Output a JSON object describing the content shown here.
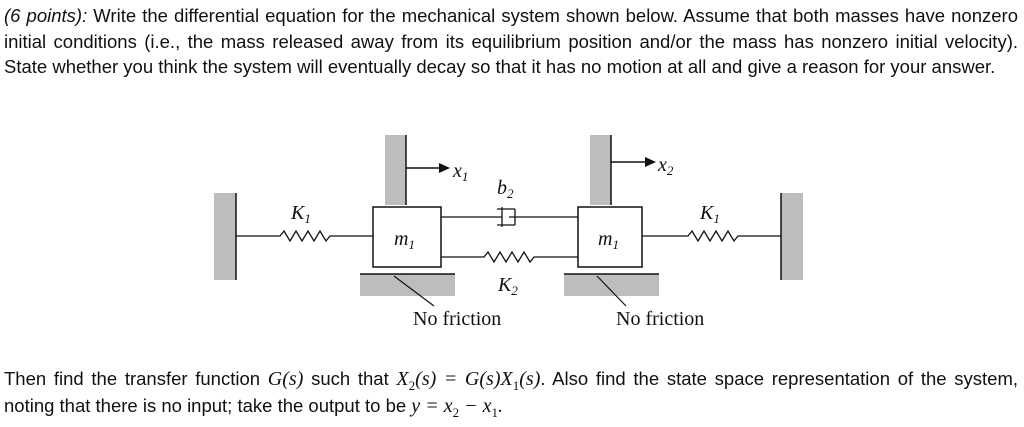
{
  "problem": {
    "points_label": "(6 points):",
    "text": " Write the differential equation for the mechanical system shown below. Assume that both masses have nonzero initial conditions (i.e., the mass released away from its equilibrium position and/or the mass has nonzero initial velocity). State whether you think the system will eventually decay so that it has no motion at all and give a reason for your answer."
  },
  "diagram": {
    "spring_left": {
      "symbol": "K",
      "sub": "1"
    },
    "spring_right": {
      "symbol": "K",
      "sub": "1"
    },
    "spring_middle": {
      "symbol": "K",
      "sub": "2"
    },
    "damper": {
      "symbol": "b",
      "sub": "2"
    },
    "mass_left": {
      "symbol": "m",
      "sub": "1"
    },
    "mass_right": {
      "symbol": "m",
      "sub": "1"
    },
    "disp_left": {
      "symbol": "x",
      "sub": "1"
    },
    "disp_right": {
      "symbol": "x",
      "sub": "2"
    },
    "friction_left": "No friction",
    "friction_right": "No friction"
  },
  "followup": {
    "t1": "Then find the transfer function ",
    "G": "G",
    "s": "s",
    "X": "X",
    "sub1": "1",
    "sub2": "2",
    "t2": " such that ",
    "t3": ". Also find the state space representation of the system, noting that there is no input; take the output to be ",
    "y": "y",
    "x": "x"
  }
}
